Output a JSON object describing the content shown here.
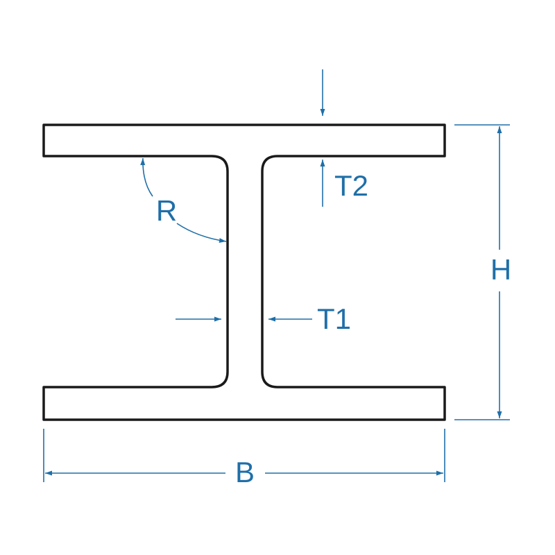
{
  "labels": {
    "height": "H",
    "width": "B",
    "flange_thickness": "T2",
    "web_thickness": "T1",
    "radius": "R"
  },
  "colors": {
    "outline": "#1a1a1a",
    "dimension": "#1f6fa8",
    "background": "#ffffff"
  }
}
